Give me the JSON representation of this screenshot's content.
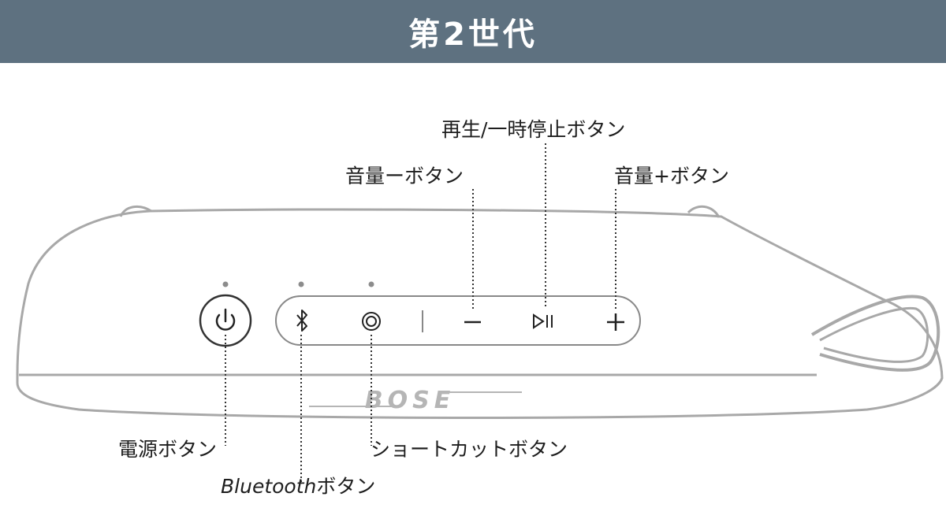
{
  "header": {
    "title": "第2世代",
    "background": "#5e7180"
  },
  "device": {
    "brand_logo": "BOSE",
    "body_stroke": "#a8a8a8",
    "control_stroke": "#333333"
  },
  "callouts": {
    "play_pause": "再生/一時停止ボタン",
    "volume_down": "音量ーボタン",
    "volume_up": "音量+ボタン",
    "power": "電源ボタン",
    "shortcut": "ショートカットボタン",
    "bluetooth_brand": "Bluetooth",
    "bluetooth_suffix": "ボタン"
  },
  "icons": {
    "power": "power-icon",
    "bluetooth": "bluetooth-icon",
    "shortcut": "shortcut-icon",
    "volume_down": "minus-icon",
    "play_pause": "play-pause-icon",
    "volume_up": "plus-icon"
  }
}
